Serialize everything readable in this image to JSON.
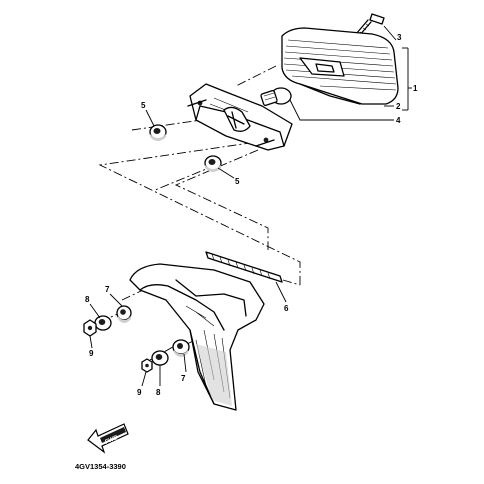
{
  "callouts": {
    "c1": "1",
    "c2": "2",
    "c3": "3",
    "c4": "4",
    "c5_upper": "5",
    "c5_lower": "5",
    "c6": "6",
    "c7_left": "7",
    "c7_right": "7",
    "c8_left": "8",
    "c8_right": "8",
    "c9_left": "9",
    "c9_right": "9"
  },
  "fwd_label": "FWD",
  "catalog_number": "4GV1354-3390",
  "colors": {
    "line": "#000000",
    "background": "#ffffff"
  }
}
